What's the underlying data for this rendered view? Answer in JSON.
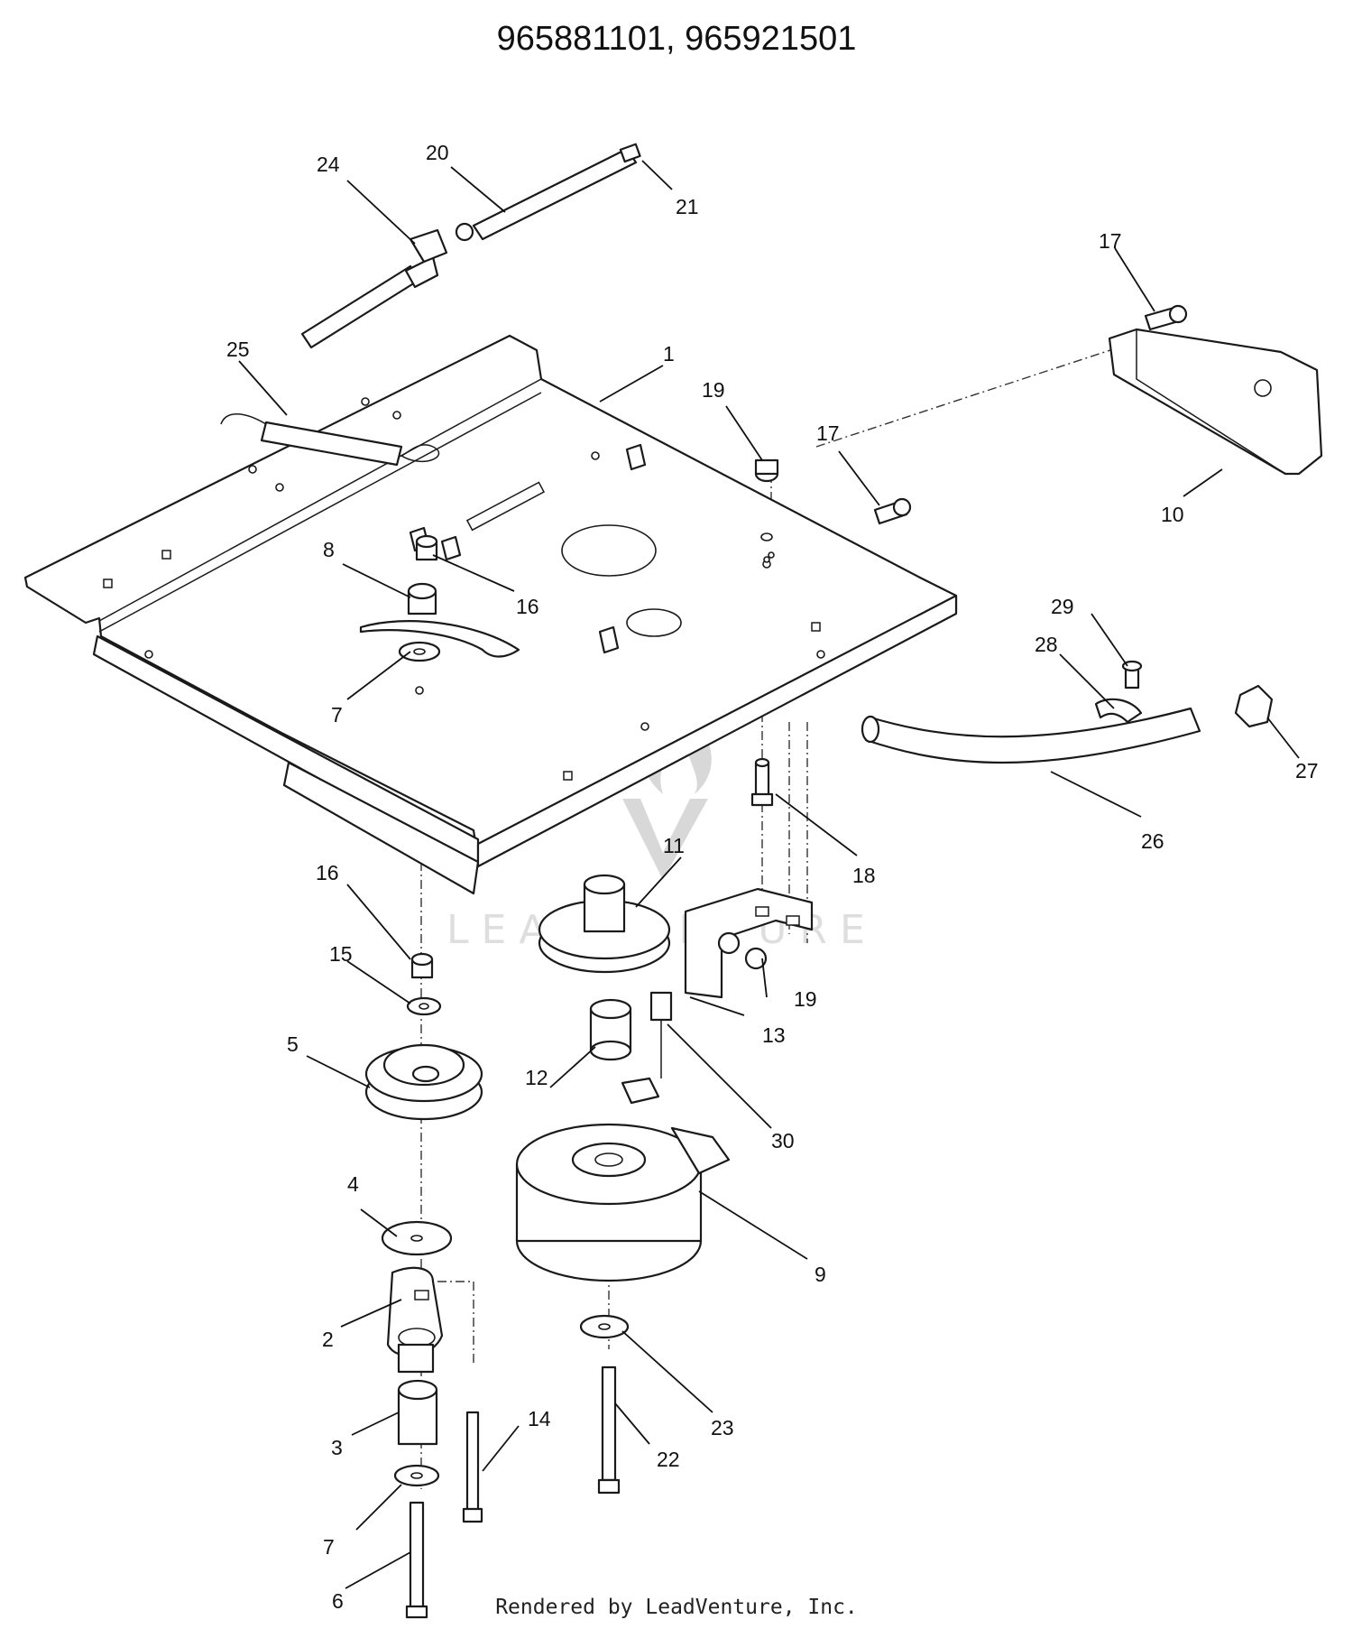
{
  "title": "965881101, 965921501",
  "footer": "Rendered by LeadVenture, Inc.",
  "watermark": {
    "text": "LEADVENTURE",
    "icon": "leadventure-flame-logo"
  },
  "callouts": [
    {
      "id": "c1",
      "label": "1"
    },
    {
      "id": "c2",
      "label": "2"
    },
    {
      "id": "c3",
      "label": "3"
    },
    {
      "id": "c4",
      "label": "4"
    },
    {
      "id": "c5",
      "label": "5"
    },
    {
      "id": "c6",
      "label": "6"
    },
    {
      "id": "c7a",
      "label": "7"
    },
    {
      "id": "c7b",
      "label": "7"
    },
    {
      "id": "c8",
      "label": "8"
    },
    {
      "id": "c9",
      "label": "9"
    },
    {
      "id": "c10",
      "label": "10"
    },
    {
      "id": "c11",
      "label": "11"
    },
    {
      "id": "c12",
      "label": "12"
    },
    {
      "id": "c13",
      "label": "13"
    },
    {
      "id": "c14",
      "label": "14"
    },
    {
      "id": "c15",
      "label": "15"
    },
    {
      "id": "c16a",
      "label": "16"
    },
    {
      "id": "c16b",
      "label": "16"
    },
    {
      "id": "c17a",
      "label": "17"
    },
    {
      "id": "c17b",
      "label": "17"
    },
    {
      "id": "c18",
      "label": "18"
    },
    {
      "id": "c19a",
      "label": "19"
    },
    {
      "id": "c19b",
      "label": "19"
    },
    {
      "id": "c20",
      "label": "20"
    },
    {
      "id": "c21",
      "label": "21"
    },
    {
      "id": "c22",
      "label": "22"
    },
    {
      "id": "c23",
      "label": "23"
    },
    {
      "id": "c24",
      "label": "24"
    },
    {
      "id": "c25",
      "label": "25"
    },
    {
      "id": "c26",
      "label": "26"
    },
    {
      "id": "c27",
      "label": "27"
    },
    {
      "id": "c28",
      "label": "28"
    },
    {
      "id": "c29",
      "label": "29"
    },
    {
      "id": "c30",
      "label": "30"
    }
  ]
}
